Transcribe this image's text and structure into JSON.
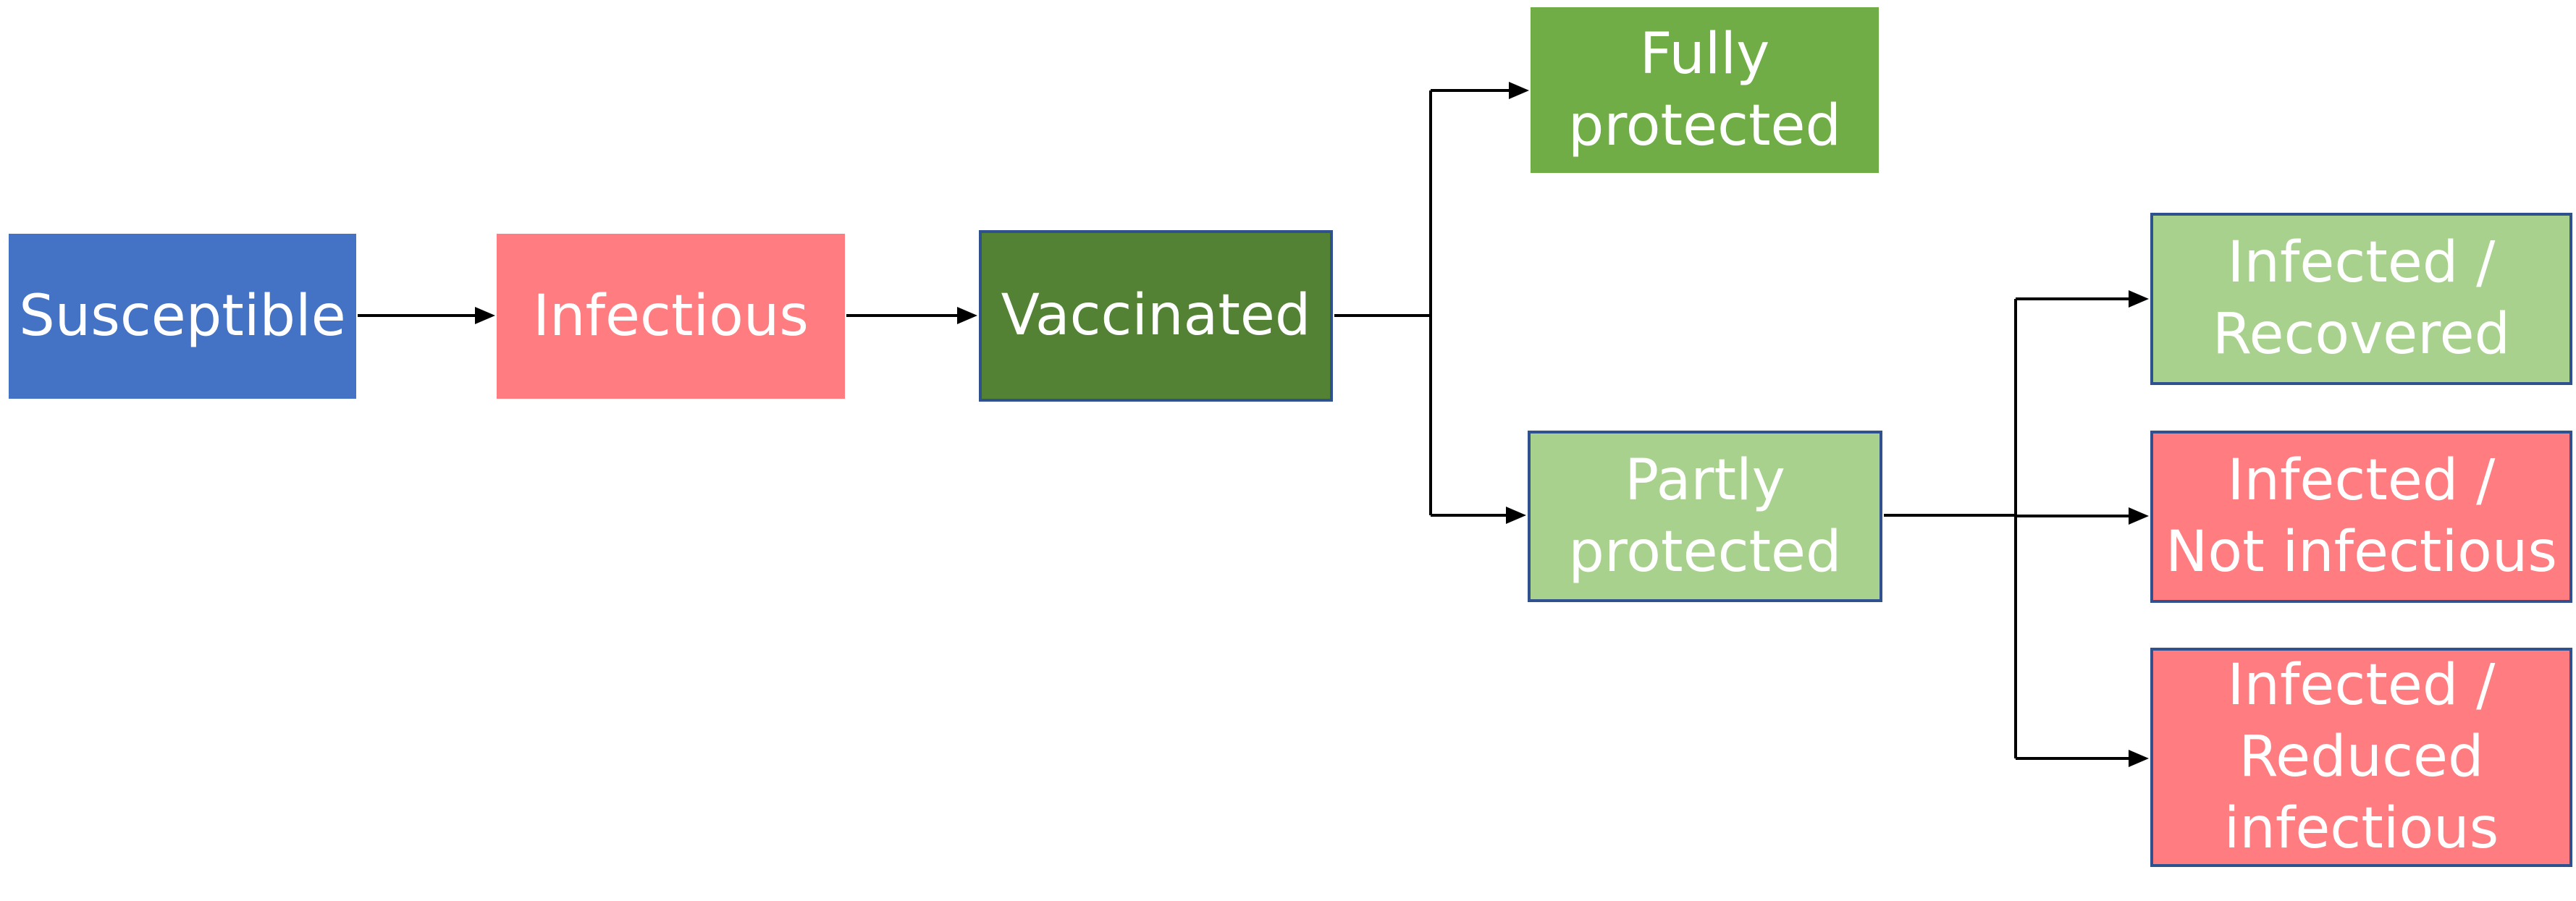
{
  "colors": {
    "susceptible": "#4472C4",
    "infectious": "#FF7C80",
    "vaccinated": "#548235",
    "fully_protected": "#70AD47",
    "partly_protected": "#A9D18E",
    "infected_recovered": "#A9D18E",
    "infected_not_infectious": "#FF7C80",
    "infected_reduced_infectious": "#FF7C80",
    "border": "#2F528F",
    "arrow": "#000000"
  },
  "nodes": {
    "susceptible": {
      "lines": [
        "Susceptible"
      ]
    },
    "infectious": {
      "lines": [
        "Infectious"
      ]
    },
    "vaccinated": {
      "lines": [
        "Vaccinated"
      ]
    },
    "fully_protected": {
      "lines": [
        "Fully",
        "protected"
      ]
    },
    "partly_protected": {
      "lines": [
        "Partly",
        "protected"
      ]
    },
    "infected_recovered": {
      "lines": [
        "Infected /",
        "Recovered"
      ]
    },
    "infected_not_infectious": {
      "lines": [
        "Infected /",
        "Not infectious"
      ]
    },
    "infected_reduced_infectious": {
      "lines": [
        "Infected /",
        "Reduced",
        "infectious"
      ]
    }
  },
  "edges": [
    {
      "from": "susceptible",
      "to": "infectious"
    },
    {
      "from": "infectious",
      "to": "vaccinated"
    },
    {
      "from": "vaccinated",
      "to": "fully_protected"
    },
    {
      "from": "vaccinated",
      "to": "partly_protected"
    },
    {
      "from": "partly_protected",
      "to": "infected_recovered"
    },
    {
      "from": "partly_protected",
      "to": "infected_not_infectious"
    },
    {
      "from": "partly_protected",
      "to": "infected_reduced_infectious"
    }
  ]
}
